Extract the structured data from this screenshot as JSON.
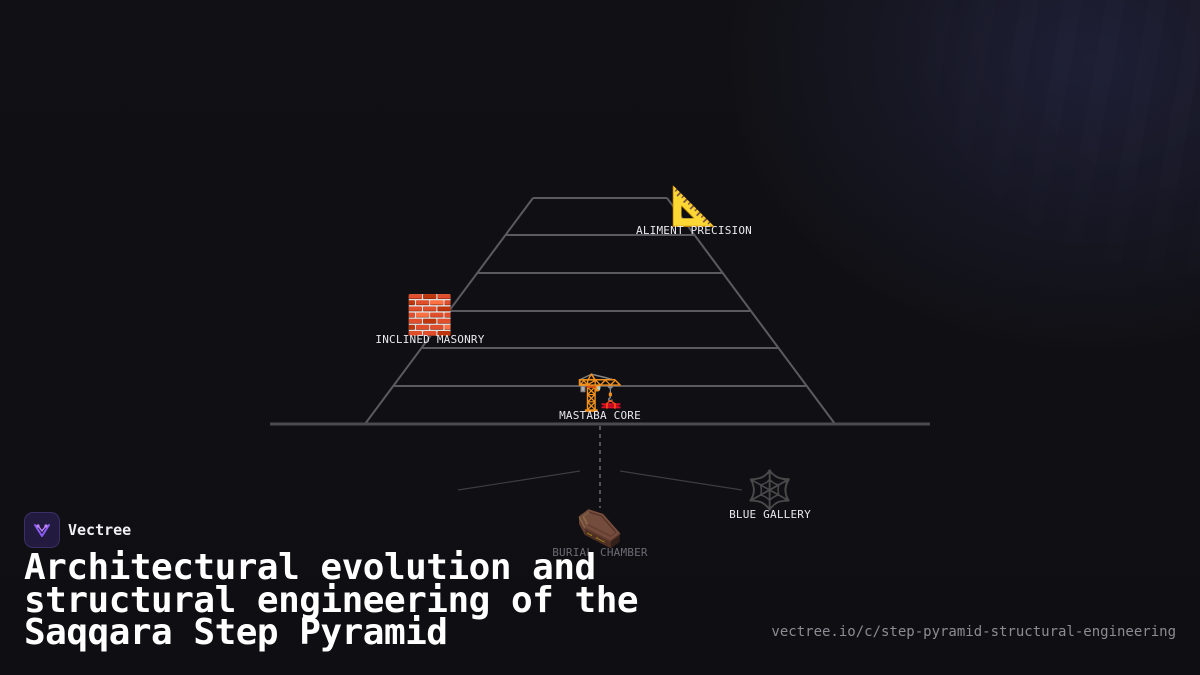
{
  "brand": {
    "name": "Vectree"
  },
  "title": "Architectural evolution and structural engineering of the Saqqara Step Pyramid",
  "url": "vectree.io/c/step-pyramid-structural-engineering",
  "diagram": {
    "type": "pyramid-tier-diagram",
    "tiers": 6,
    "nodes": [
      {
        "id": "aliment-precision",
        "label": "ALIMENT PRECISION",
        "icon": "triangular-ruler-icon",
        "glyph": "📐"
      },
      {
        "id": "inclined-masonry",
        "label": "INCLINED MASONRY",
        "icon": "brick-icon",
        "glyph": "🧱"
      },
      {
        "id": "mastaba-core",
        "label": "MASTABA CORE",
        "icon": "construction-crane-icon",
        "glyph": "🏗️"
      },
      {
        "id": "blue-gallery",
        "label": "BLUE GALLERY",
        "icon": "spider-web-icon",
        "glyph": "🕸️"
      },
      {
        "id": "burial-chamber",
        "label": "BURIAL CHAMBER",
        "icon": "coffin-icon",
        "glyph": "⚰️"
      }
    ]
  },
  "colors": {
    "background": "#101014",
    "pyramid_lines": "#5a5a60",
    "ground_line": "#4a4a50",
    "label_text": "#e8e8ee",
    "dim_text": "#6b6b74",
    "brand_accent": "#8a5cf6",
    "url_text": "#8b8b93"
  }
}
